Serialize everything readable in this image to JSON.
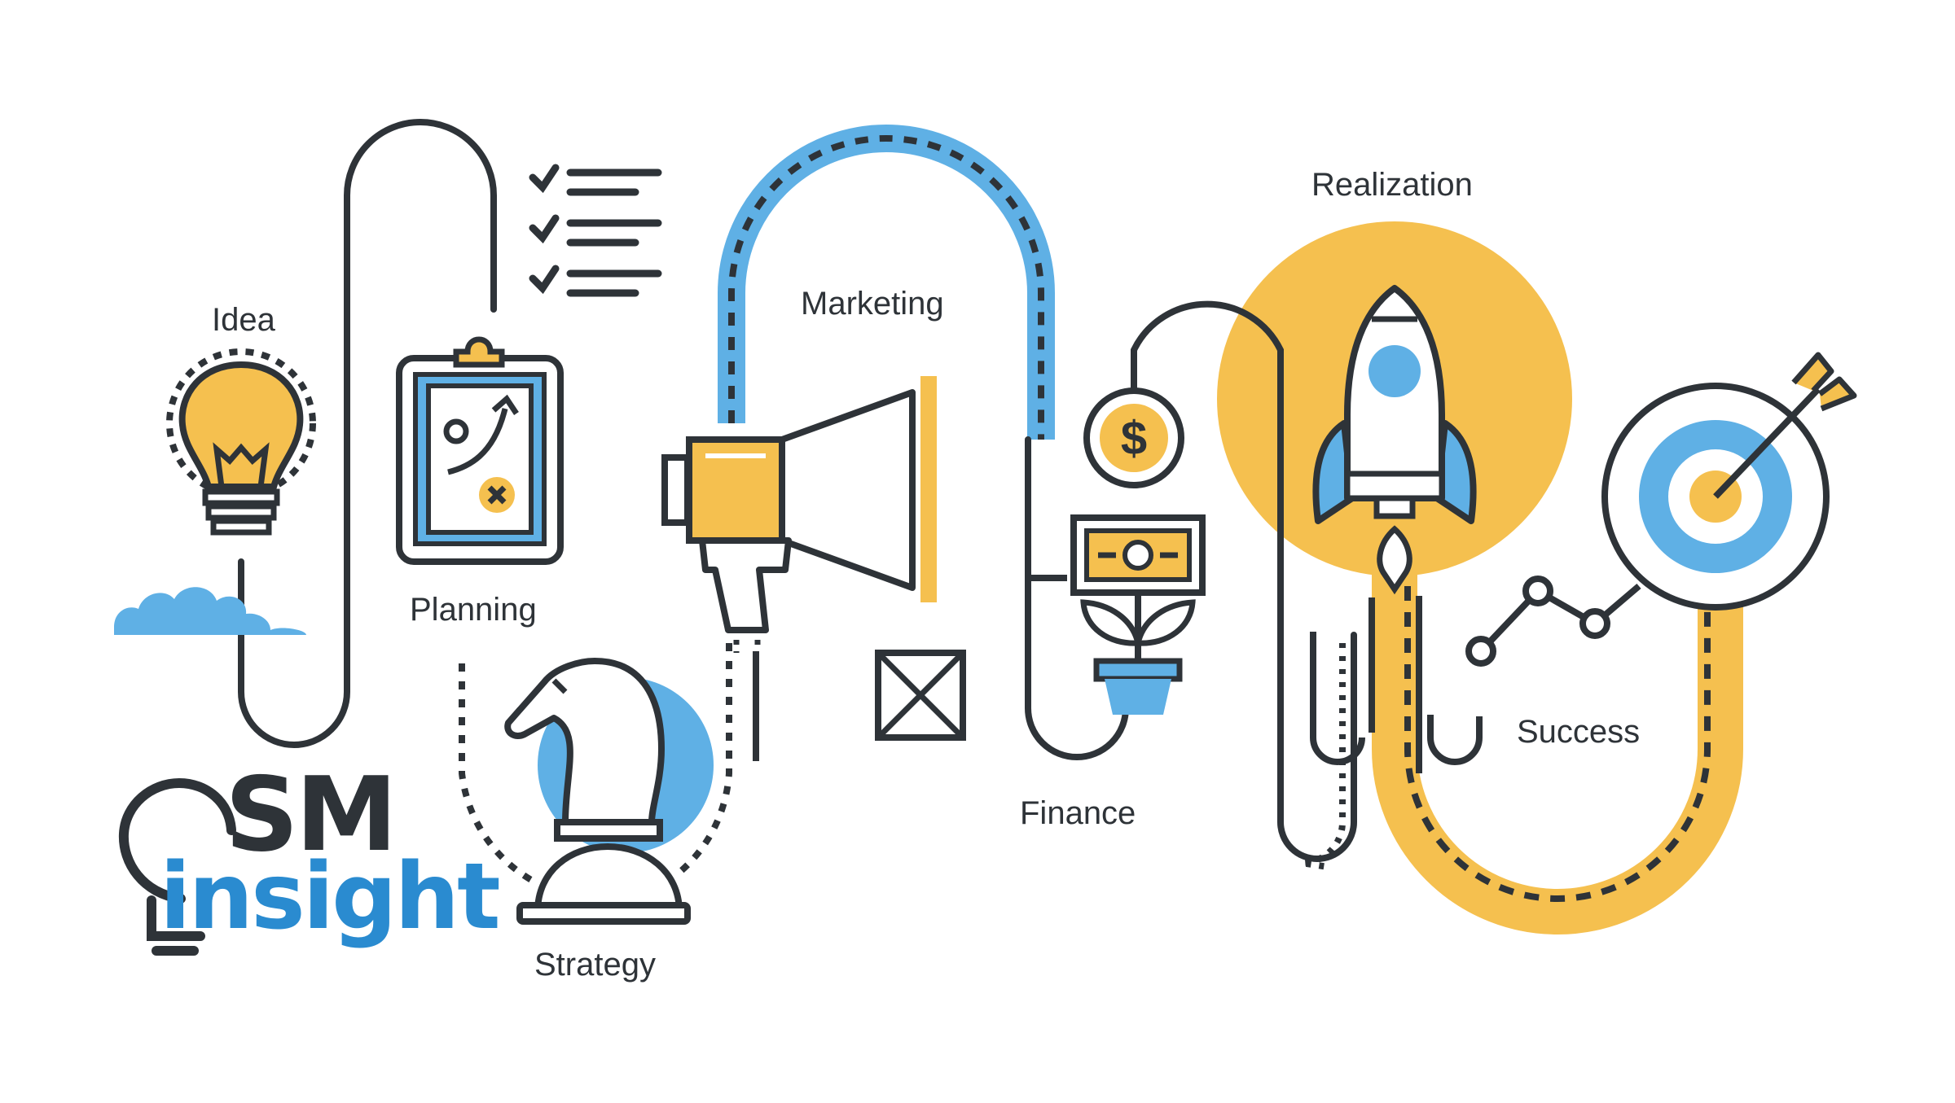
{
  "stages": {
    "idea": "Idea",
    "planning": "Planning",
    "strategy": "Strategy",
    "marketing": "Marketing",
    "finance": "Finance",
    "realization": "Realization",
    "success": "Success"
  },
  "logo": {
    "line1": "SM",
    "line2": "insight"
  },
  "icons": {
    "idea": "lightbulb-icon",
    "cloud": "cloud-icon",
    "planning": "clipboard-icon",
    "checklist": "checklist-icon",
    "strategy": "chess-knight-icon",
    "marketing": "megaphone-icon",
    "box": "crossed-box-icon",
    "coin": "dollar-coin-icon",
    "banknote": "banknote-icon",
    "plant": "money-plant-icon",
    "realization": "rocket-icon",
    "success": "target-icon",
    "growth": "growth-chart-icon",
    "arrow": "arrow-icon"
  },
  "colors": {
    "stroke": "#2e3338",
    "blue": "#5fb0e5",
    "yellow": "#f5c04f",
    "logo_dark": "#2e3338",
    "logo_blue": "#2a8bd0"
  }
}
